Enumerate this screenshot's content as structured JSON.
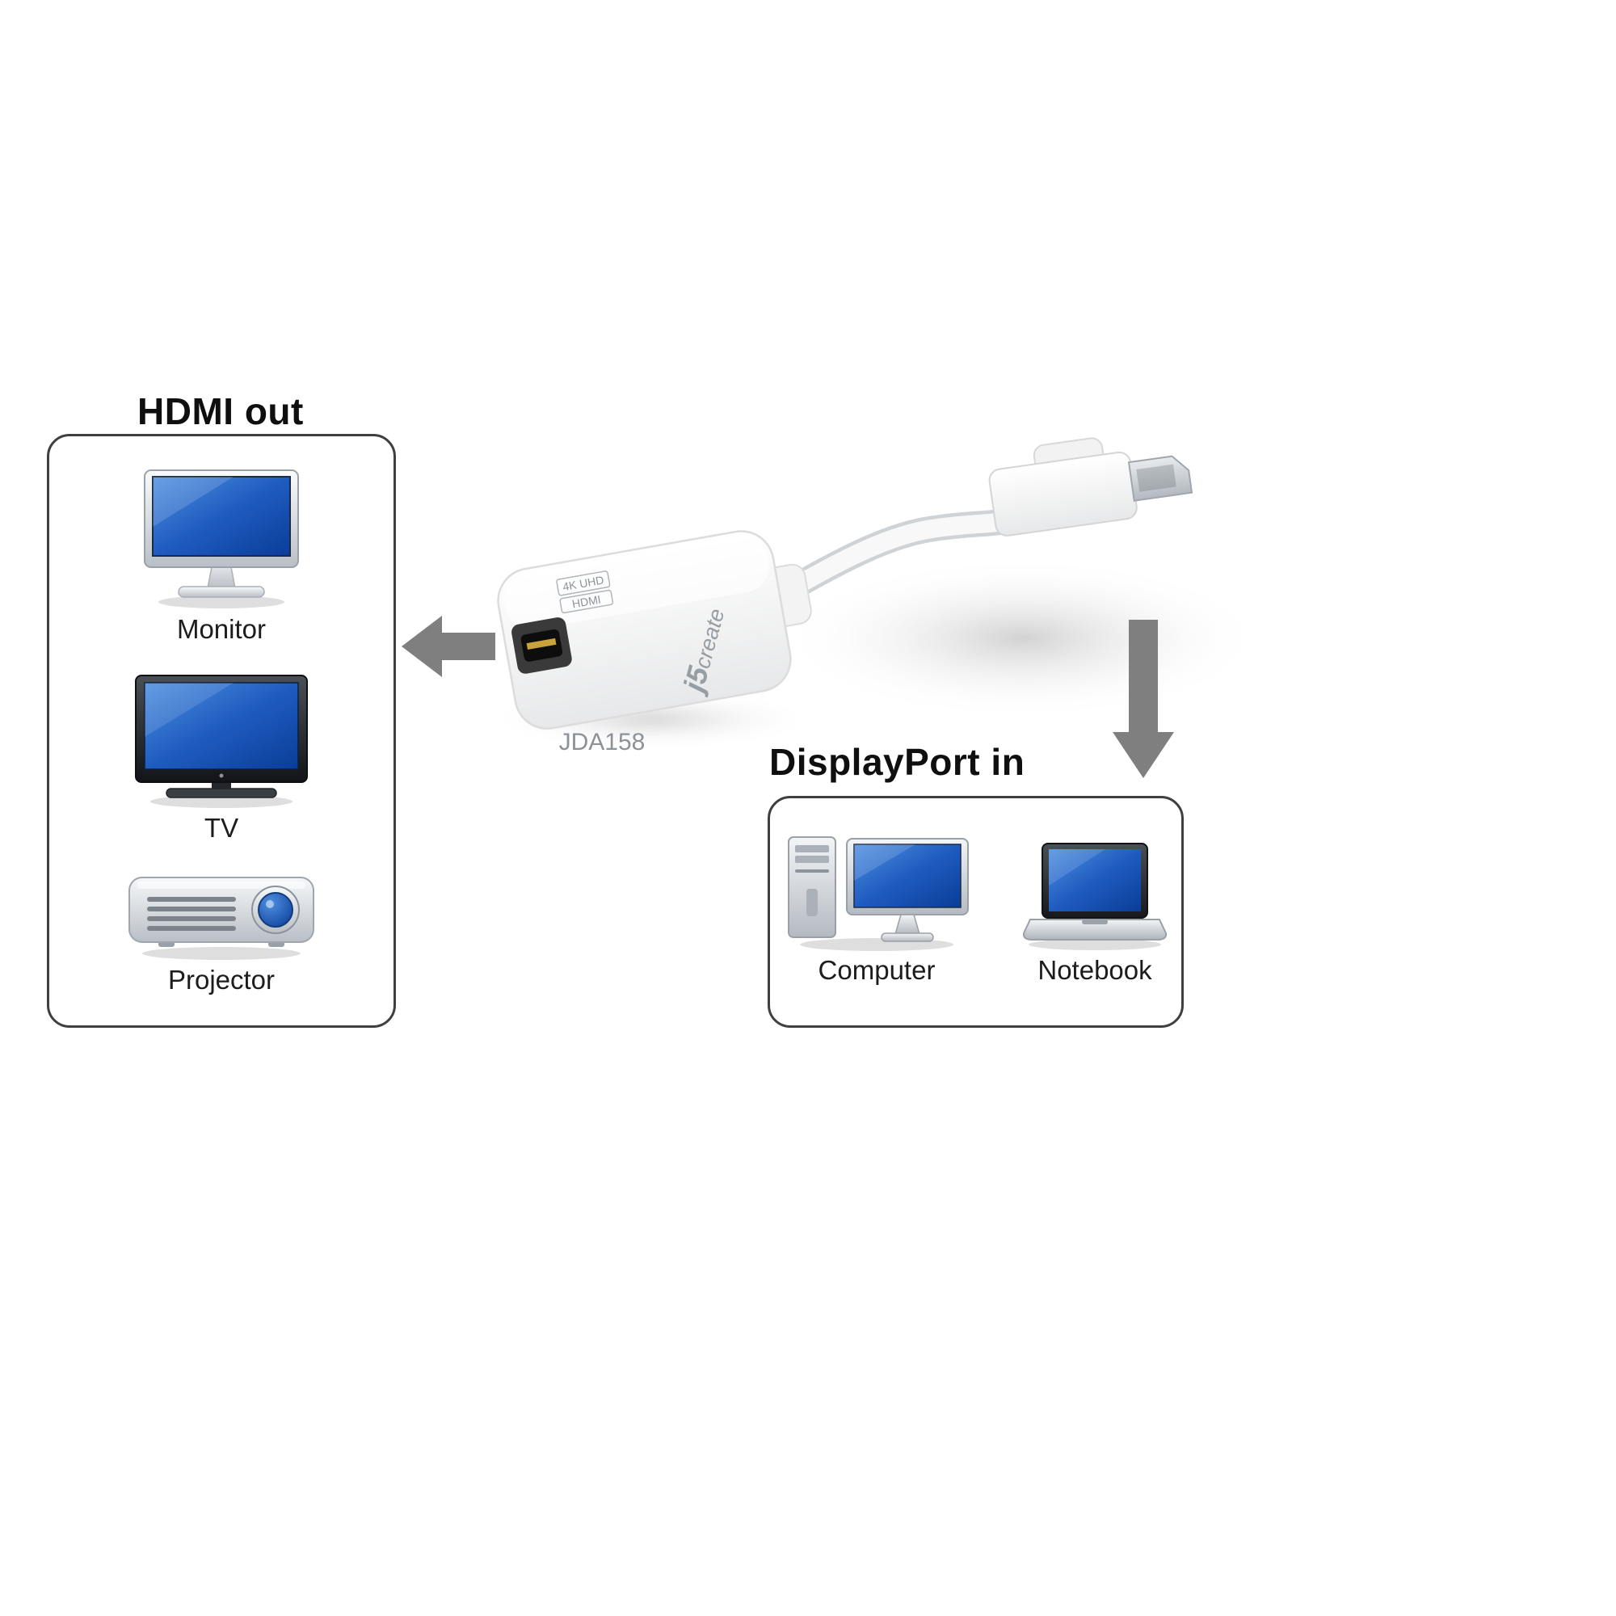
{
  "product": {
    "model": "JDA158",
    "brand_prefix": "j5",
    "brand_suffix": "create",
    "badge_line1": "4K UHD",
    "badge_line2": "HDMI"
  },
  "hdmi_section": {
    "title": "HDMI out",
    "devices": [
      {
        "name": "monitor",
        "label": "Monitor"
      },
      {
        "name": "tv",
        "label": "TV"
      },
      {
        "name": "projector",
        "label": "Projector"
      }
    ]
  },
  "displayport_section": {
    "title": "DisplayPort in",
    "devices": [
      {
        "name": "computer",
        "label": "Computer"
      },
      {
        "name": "notebook",
        "label": "Notebook"
      }
    ]
  },
  "colors": {
    "screen_blue_light": "#4f8fe0",
    "screen_blue_dark": "#0a3d98",
    "arrow_gray": "#7f7f7f"
  }
}
